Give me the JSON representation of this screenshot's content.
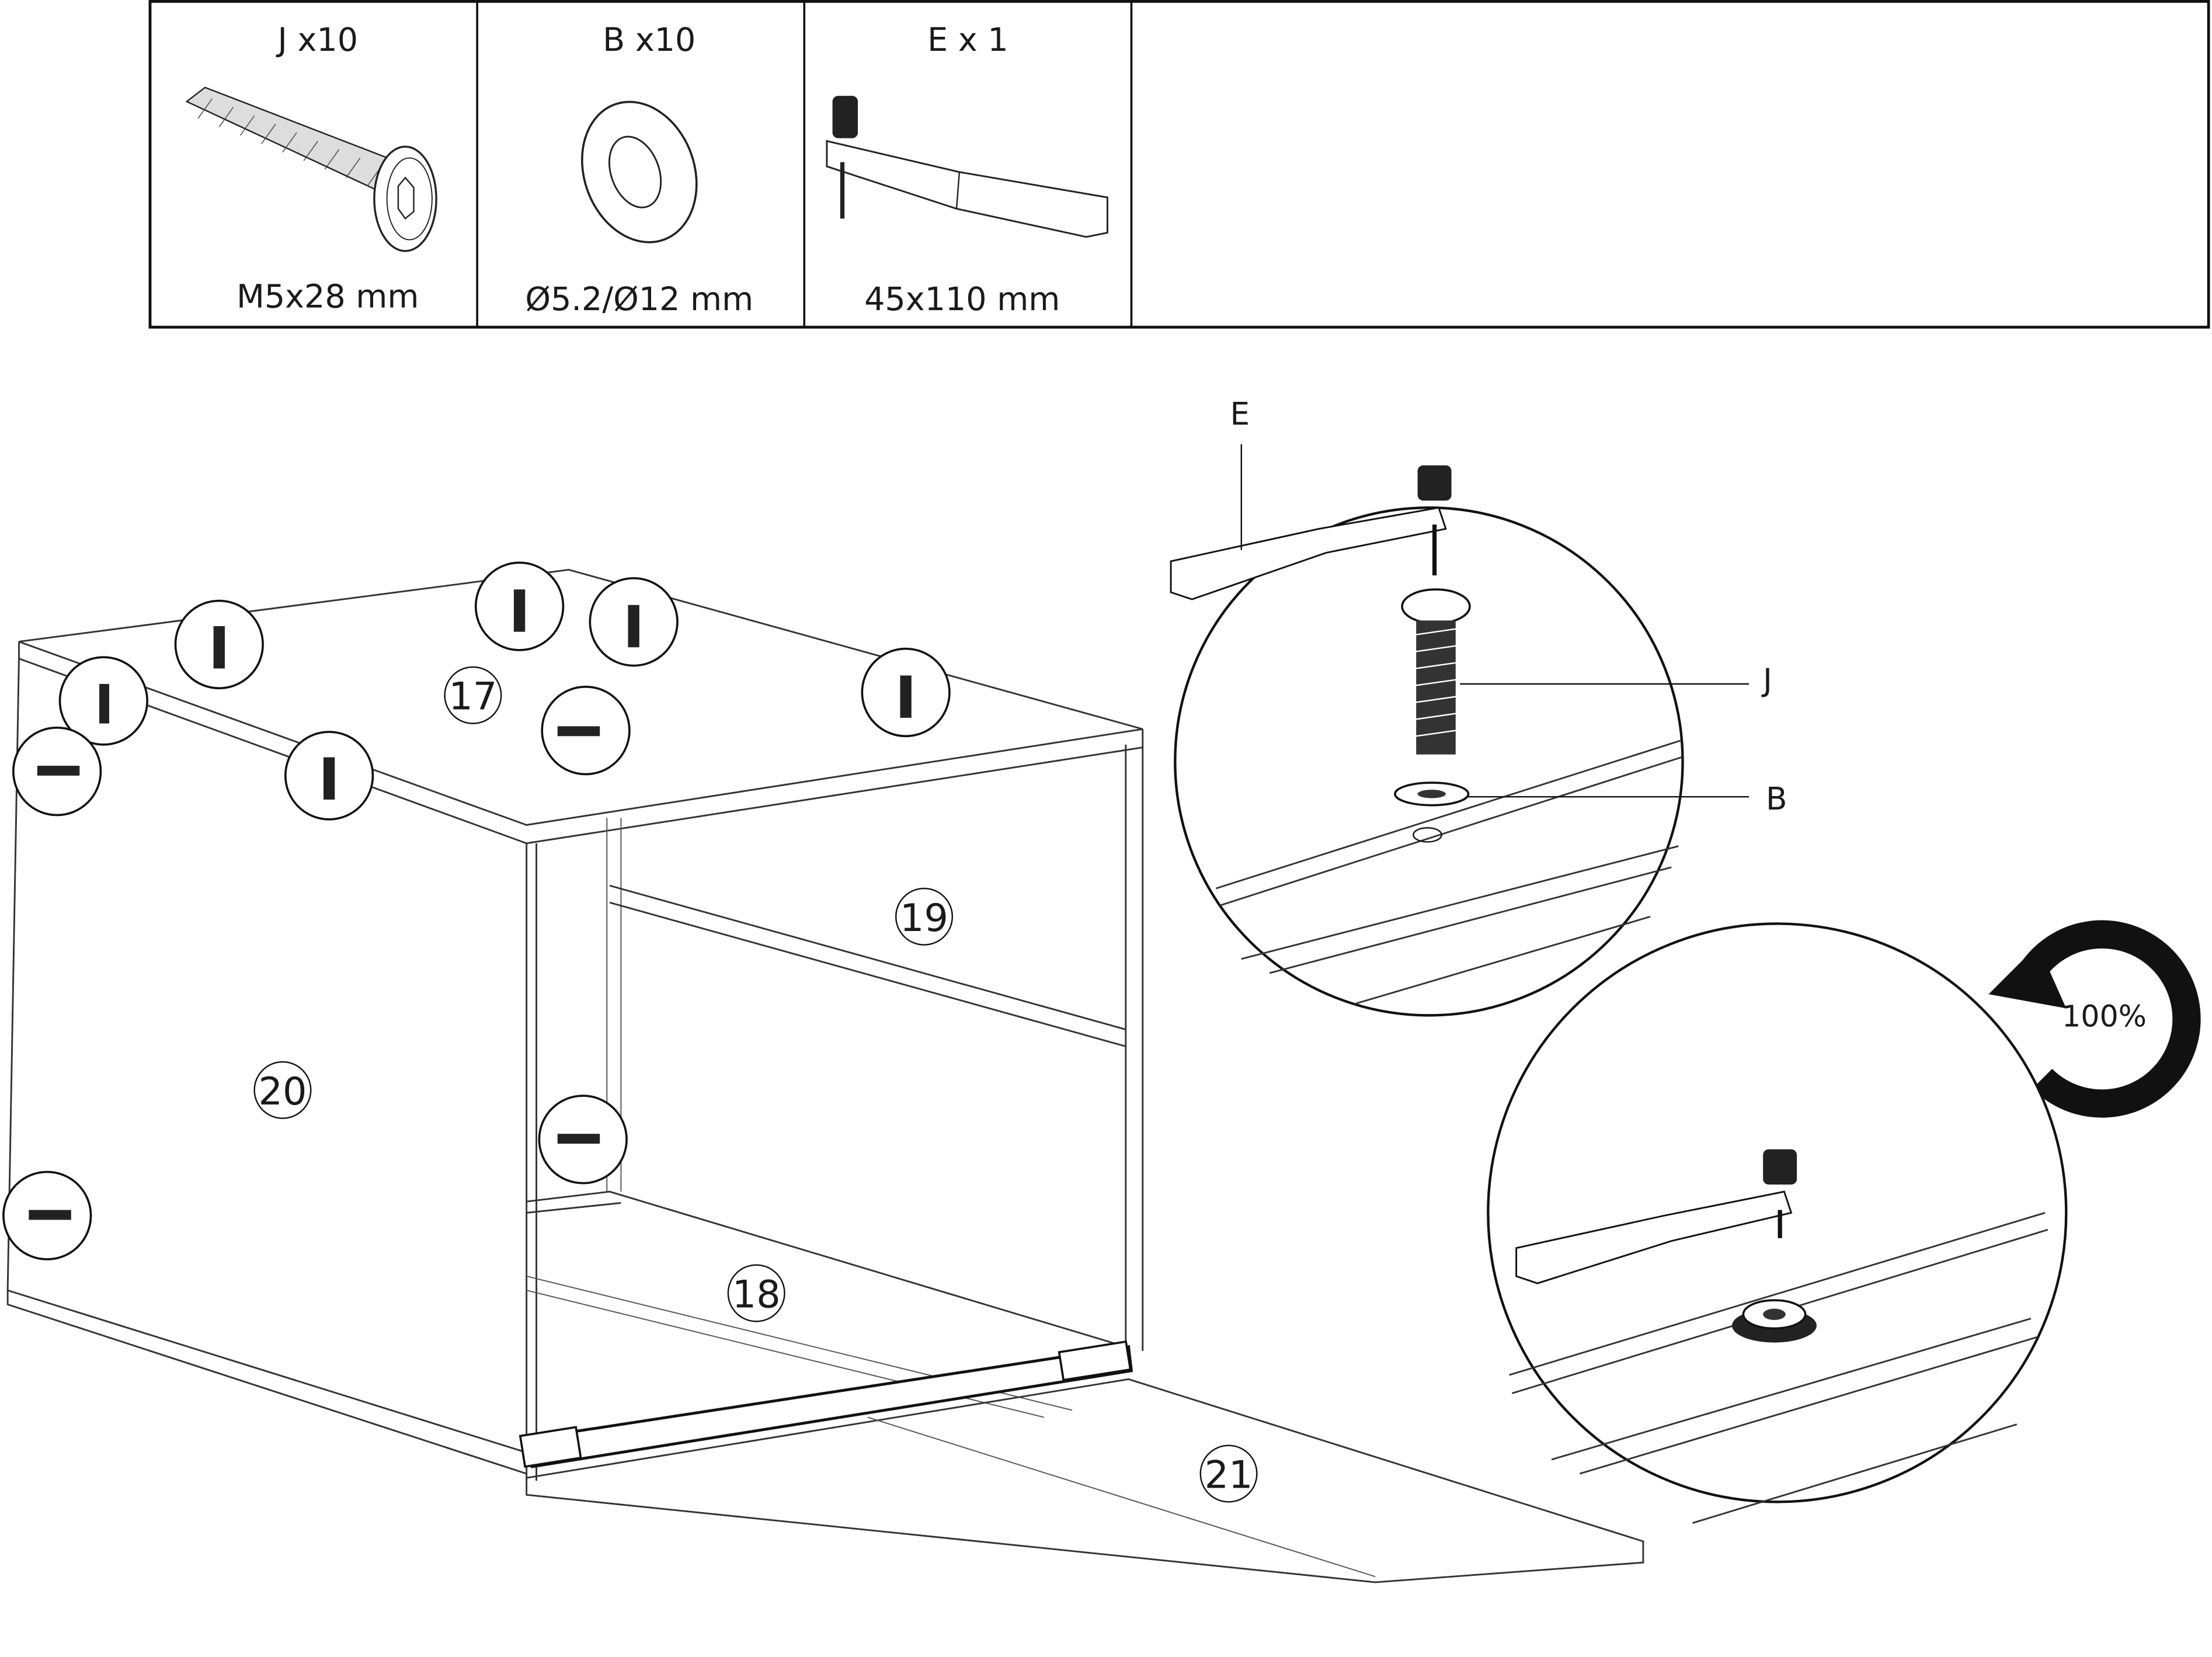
{
  "hardware_table": [
    {
      "id": "J",
      "title": "J x10",
      "size": "M5x28 mm",
      "icon": "screw-icon"
    },
    {
      "id": "B",
      "title": "B x10",
      "size": "Ø5.2/Ø12 mm",
      "icon": "washer-icon"
    },
    {
      "id": "E",
      "title": "E x 1",
      "size": "45x110 mm",
      "icon": "ratchet-wrench-icon"
    }
  ],
  "parts": {
    "p17": "17",
    "p18": "18",
    "p19": "19",
    "p20": "20",
    "p21": "21"
  },
  "callouts": {
    "E": "E",
    "J": "J",
    "B": "B"
  },
  "rotation": {
    "label": "100%",
    "icon": "rotate-clockwise-icon"
  }
}
